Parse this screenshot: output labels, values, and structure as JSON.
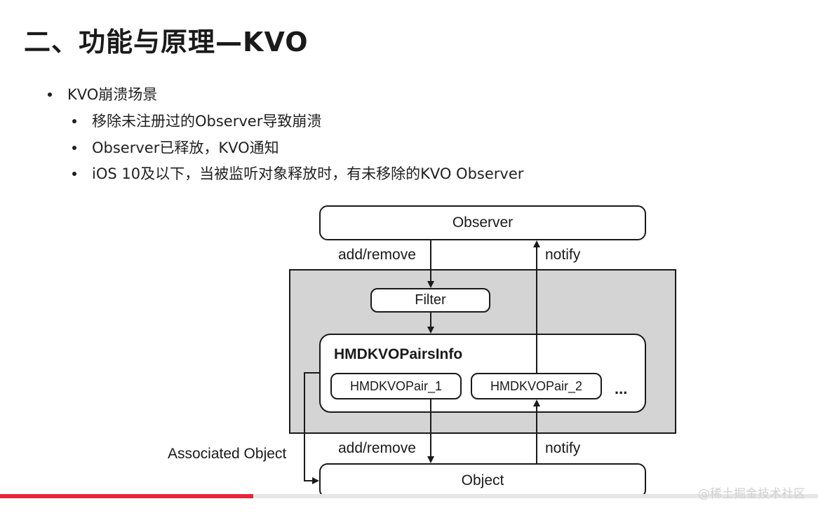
{
  "slide": {
    "title": "二、功能与原理—KVO",
    "bullets": {
      "main": "KVO崩溃场景",
      "sub": [
        "移除未注册过的Observer导致崩溃",
        "Observer已释放，KVO通知",
        "iOS 10及以下，当被监听对象释放时，有未移除的KVO Observer"
      ]
    }
  },
  "diagram": {
    "observer": "Observer",
    "filter": "Filter",
    "pairs_info": "HMDKVOPairsInfo",
    "pair_1": "HMDKVOPair_1",
    "pair_2": "HMDKVOPair_2",
    "ellipsis": "...",
    "object": "Object",
    "add_remove_top": "add/remove",
    "notify_top": "notify",
    "add_remove_bottom": "add/remove",
    "notify_bottom": "notify",
    "associated": "Associated Object"
  },
  "player": {
    "progress": 0.31,
    "progress_color": "#e8233b"
  },
  "watermark": "@稀土掘金技术社区"
}
